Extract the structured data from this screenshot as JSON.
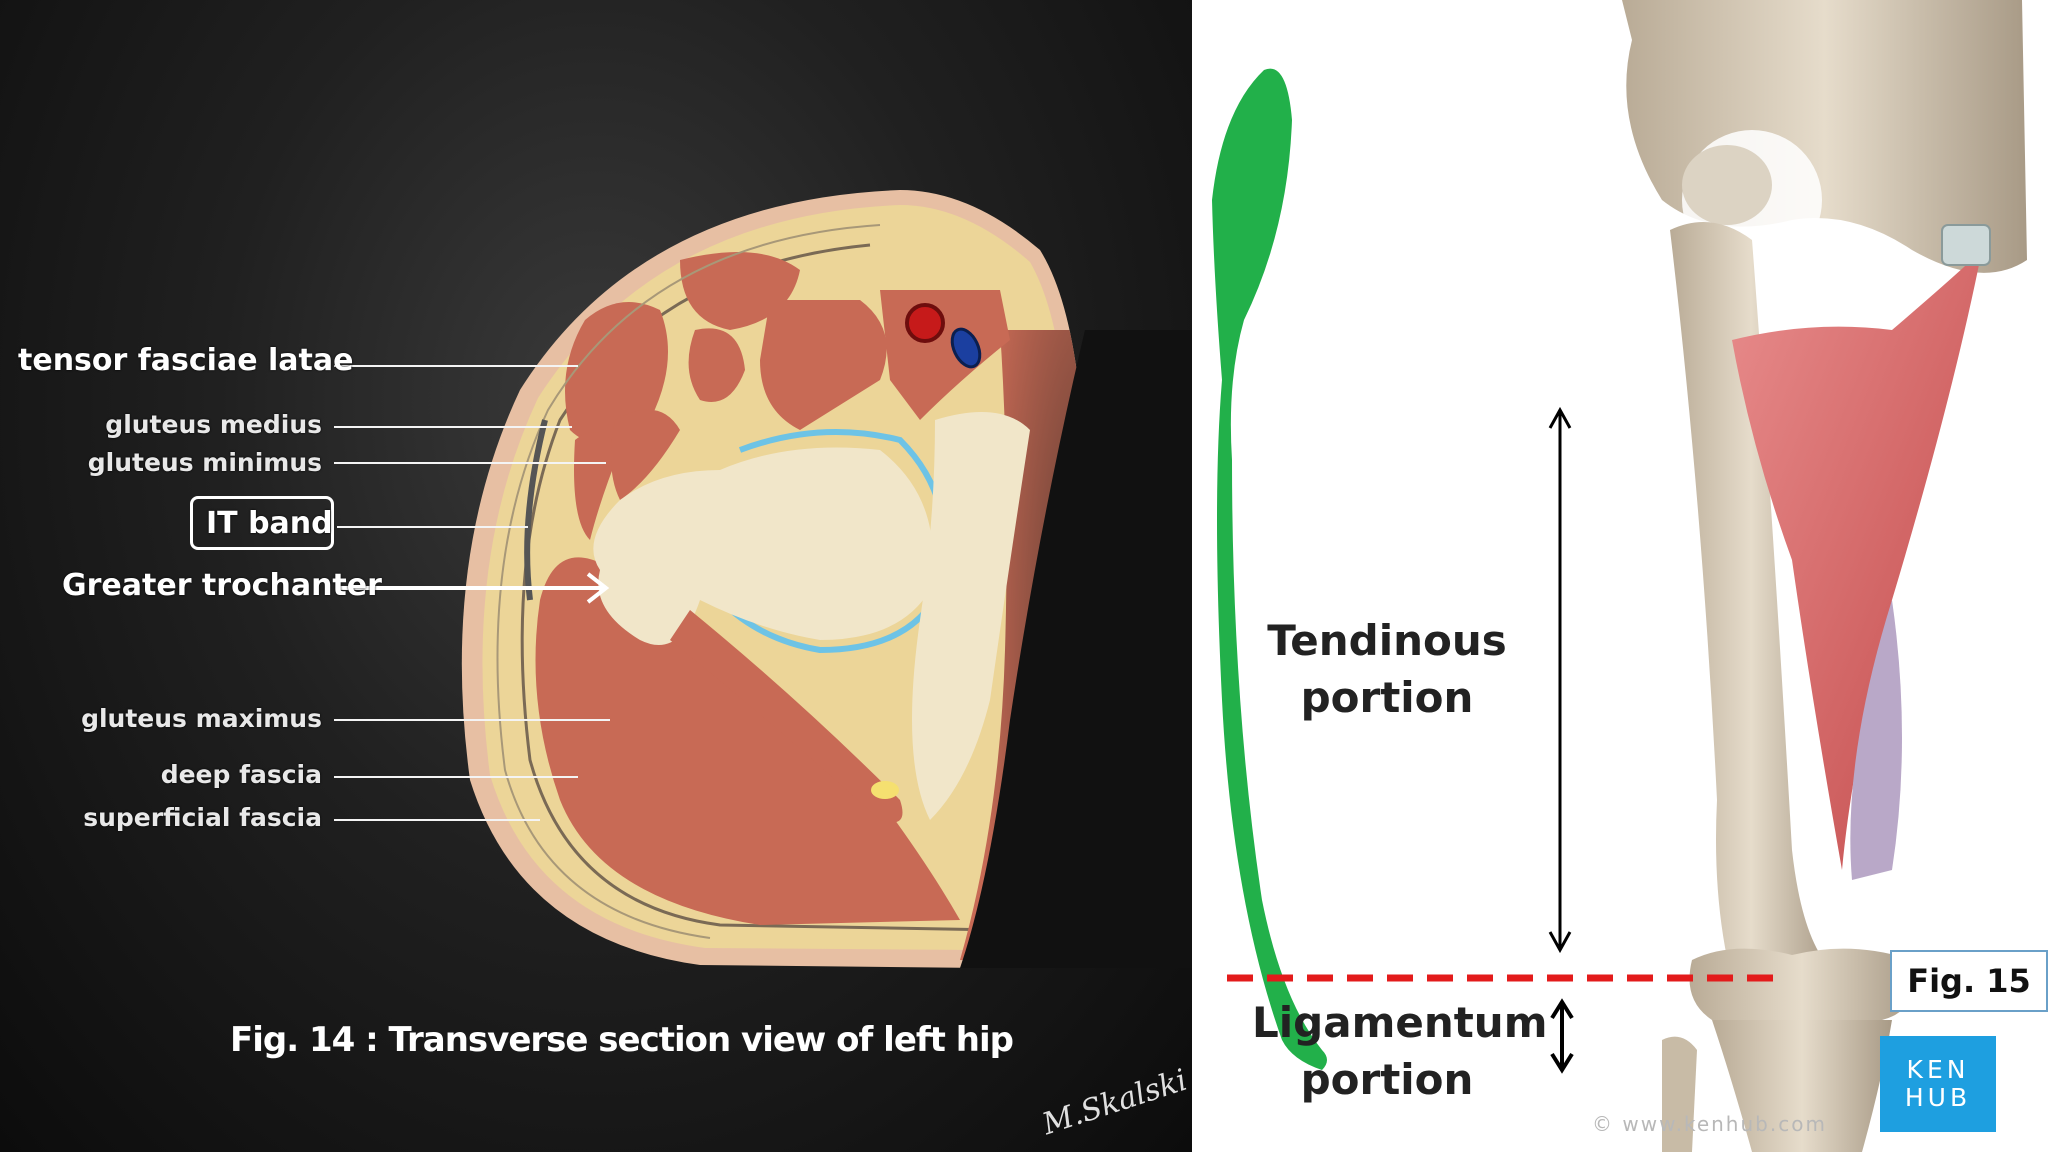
{
  "left_figure": {
    "labels": {
      "tensor_fasciae_latae": "tensor fasciae latae",
      "gluteus_medius": "gluteus medius",
      "gluteus_minimus": "gluteus minimus",
      "it_band": "IT band",
      "greater_trochanter": "Greater trochanter",
      "gluteus_maximus": "gluteus maximus",
      "deep_fascia": "deep fascia",
      "superficial_fascia": "superficial fascia"
    },
    "caption": "Fig. 14 : Transverse section view of left hip",
    "signature": "M.Skalski"
  },
  "right_figure": {
    "labels": {
      "tendinous_line1": "Tendinous",
      "tendinous_line2": "portion",
      "ligamentum_line1": "Ligamentum",
      "ligamentum_line2": "portion"
    },
    "fig_label": "Fig. 15",
    "logo_line1": "KEN",
    "logo_line2": "HUB",
    "copyright": "© www.kenhub.com"
  },
  "colors": {
    "muscle": "#c86a55",
    "fat": "#ecd598",
    "bone": "#f1e6c9",
    "skin": "#e7bfa3",
    "it_band_green": "#22b04a",
    "dashed_line_red": "#e31b1b",
    "kenhub_blue": "#1e9fe0"
  }
}
